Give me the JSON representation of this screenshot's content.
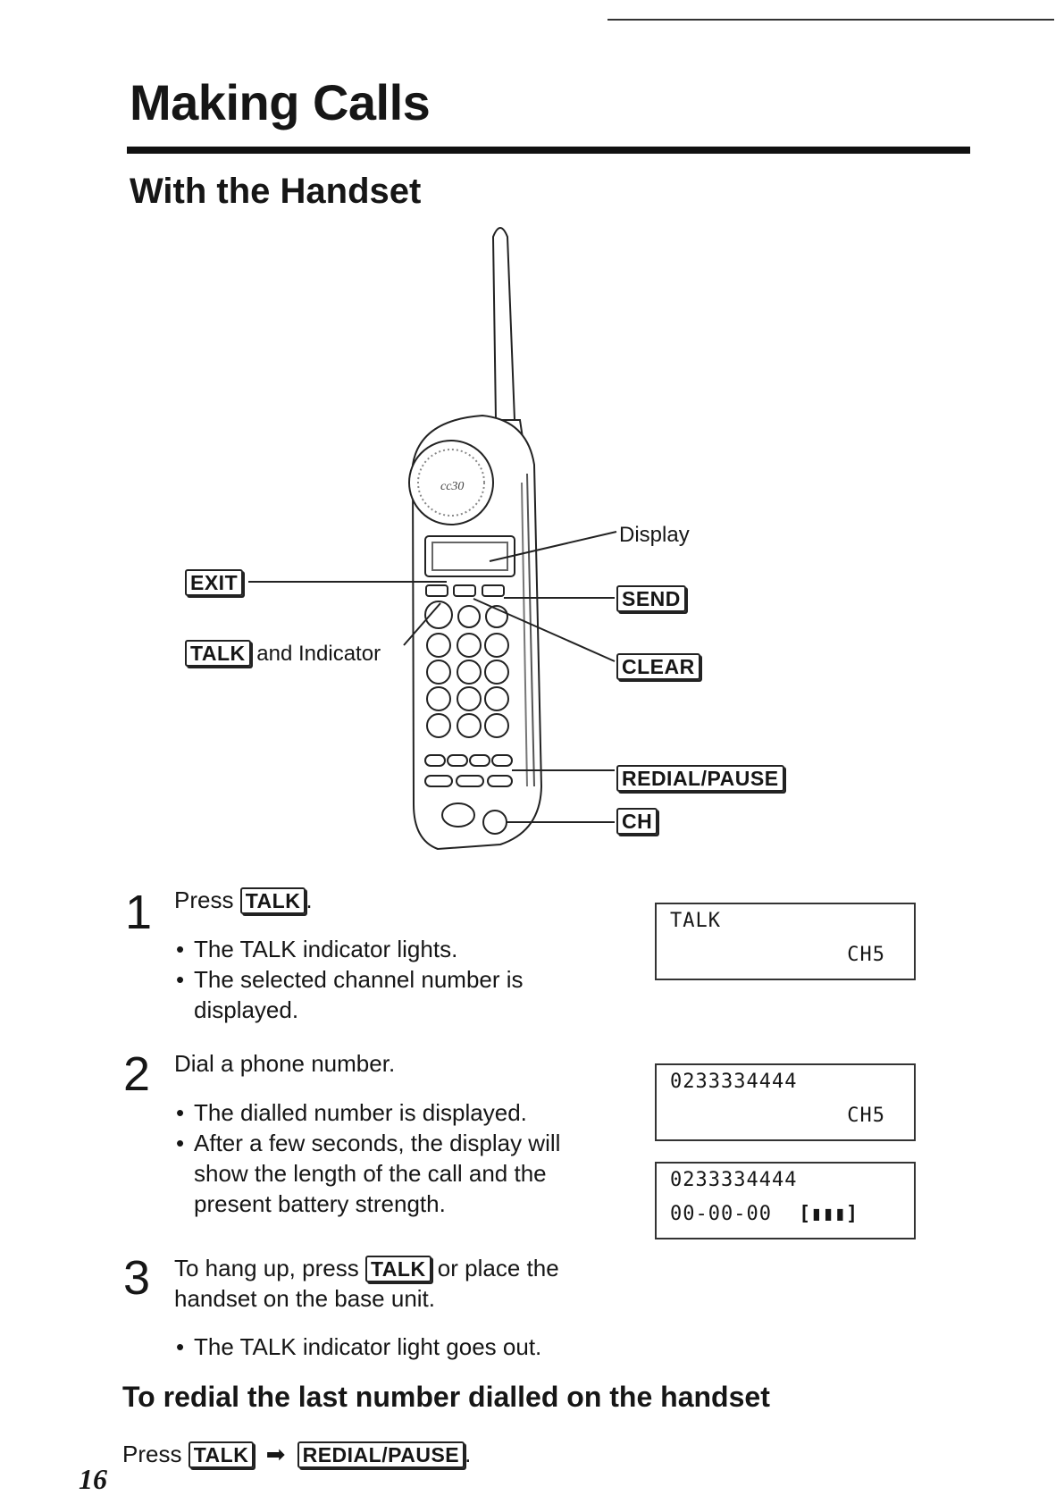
{
  "page": {
    "title": "Making Calls",
    "subtitle": "With the Handset",
    "page_number": "16"
  },
  "diagram_labels": {
    "exit_key": "EXIT",
    "talk_key": "TALK",
    "talk_suffix": "and Indicator",
    "display": "Display",
    "send_key": "SEND",
    "clear_key": "CLEAR",
    "redial_key": "REDIAL/PAUSE",
    "ch_key": "CH"
  },
  "steps": [
    {
      "number": "1",
      "text_before": "Press",
      "key": "TALK",
      "text_after": ".",
      "bullets": [
        "The TALK indicator lights.",
        "The selected channel number is displayed."
      ]
    },
    {
      "number": "2",
      "text": "Dial a phone number.",
      "bullets": [
        "The dialled number is displayed.",
        "After a few seconds, the display will show the length of the call and the present battery strength."
      ]
    },
    {
      "number": "3",
      "text_before": "To hang up, press",
      "key": "TALK",
      "text_after": "or place the handset on the base unit.",
      "bullets": [
        "The TALK indicator light goes out."
      ]
    }
  ],
  "lcd_displays": [
    {
      "line1": "TALK",
      "line2": "CH5"
    },
    {
      "line1": "0233334444",
      "line2": "CH5"
    },
    {
      "line1": "0233334444",
      "line2": "00-00-00",
      "battery": "[▮▮▮]"
    }
  ],
  "redial": {
    "heading": "To redial the last number dialled on the handset",
    "press": "Press",
    "key1": "TALK",
    "arrow": "➡",
    "key2": "REDIAL/PAUSE",
    "end": "."
  }
}
